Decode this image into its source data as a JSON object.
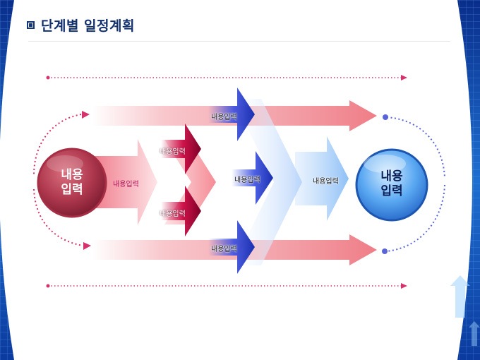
{
  "header": {
    "title": "단계별 일정계획"
  },
  "diagram": {
    "left_circle": {
      "line1": "내용",
      "line2": "입력"
    },
    "right_circle": {
      "line1": "내용",
      "line2": "입력"
    },
    "labels": {
      "input_arrow": "내용입력",
      "pink_top": "내용입력",
      "pink_bottom": "내용입력",
      "blue_top": "내용입력",
      "blue_middle": "내용입력",
      "blue_bottom": "내용입력",
      "blue_right": "내용입력"
    }
  },
  "colors": {
    "title": "#12306e",
    "pink_accent": "#c8003c",
    "blue_accent": "#1a2fb0",
    "right_circle": "#58a8f2",
    "left_circle": "#b53a50"
  }
}
